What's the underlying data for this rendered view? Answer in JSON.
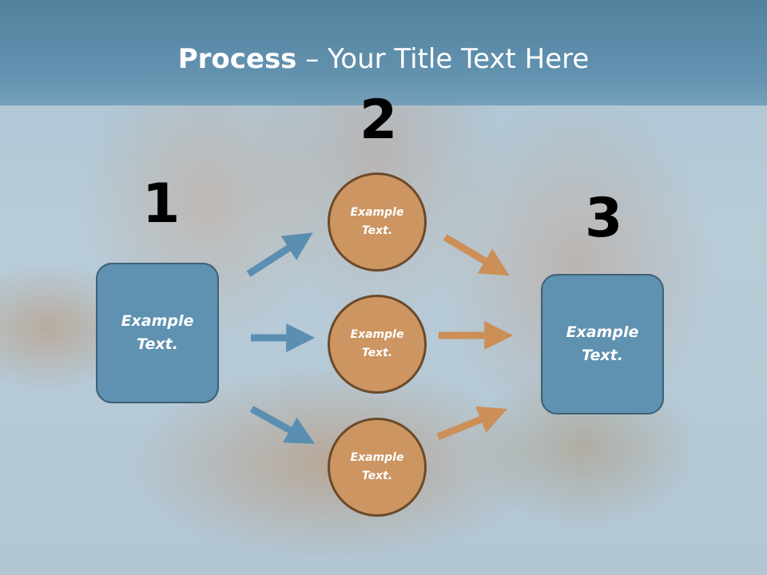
{
  "title": {
    "bold": "Process",
    "rest": " – Your Title Text Here"
  },
  "steps": {
    "n1": "1",
    "n2": "2",
    "n3": "3"
  },
  "left_box": {
    "text": "Example Text."
  },
  "right_box": {
    "text": "Example Text."
  },
  "circles": [
    {
      "text": "Example Text."
    },
    {
      "text": "Example Text."
    },
    {
      "text": "Example Text."
    }
  ],
  "colors": {
    "title_bar": "#5485a3",
    "box_fill": "#5f91b0",
    "circle_fill": "#cc9562",
    "blue_arrow": "#5b8fb1",
    "orange_arrow": "#cc8f58"
  }
}
